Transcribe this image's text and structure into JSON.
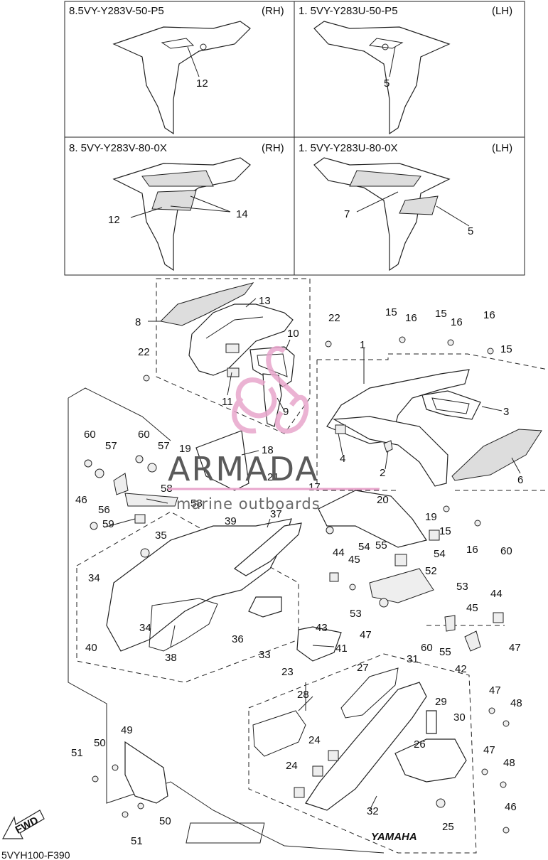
{
  "variant_panels": [
    {
      "model": "8.5VY-Y283V-50-P5",
      "side": "(RH)",
      "callouts": [
        "12"
      ]
    },
    {
      "model": "1. 5VY-Y283U-50-P5",
      "side": "(LH)",
      "callouts": [
        "5"
      ]
    },
    {
      "model": "8. 5VY-Y283V-80-0X",
      "side": "(RH)",
      "callouts": [
        "12",
        "14"
      ]
    },
    {
      "model": "1. 5VY-Y283U-80-0X",
      "side": "(LH)",
      "callouts": [
        "7",
        "5"
      ]
    }
  ],
  "callouts": [
    "13",
    "8",
    "10",
    "22",
    "11",
    "9",
    "18",
    "19",
    "21",
    "17",
    "20",
    "60",
    "57",
    "60",
    "57",
    "58",
    "56",
    "58",
    "46",
    "59",
    "35",
    "39",
    "37",
    "34",
    "34",
    "40",
    "36",
    "38",
    "33",
    "41",
    "1",
    "22",
    "15",
    "16",
    "15",
    "16",
    "16",
    "15",
    "3",
    "4",
    "2",
    "6",
    "19",
    "15",
    "16",
    "54",
    "55",
    "44",
    "45",
    "54",
    "52",
    "53",
    "43",
    "53",
    "47",
    "55",
    "60",
    "44",
    "45",
    "47",
    "42",
    "60",
    "23",
    "27",
    "31",
    "28",
    "29",
    "30",
    "24",
    "26",
    "24",
    "32",
    "25",
    "47",
    "48",
    "47",
    "48",
    "46",
    "49",
    "50",
    "51",
    "50",
    "51"
  ],
  "watermark": {
    "brand": "ARMADA",
    "tagline": "marine outboards"
  },
  "fwd_label": "FWD",
  "yamaha_label": "YAMAHA",
  "diagram_code": "5VYH100-F390",
  "colors": {
    "watermark_pink": "#e8a6cc",
    "ink": "#222222"
  }
}
